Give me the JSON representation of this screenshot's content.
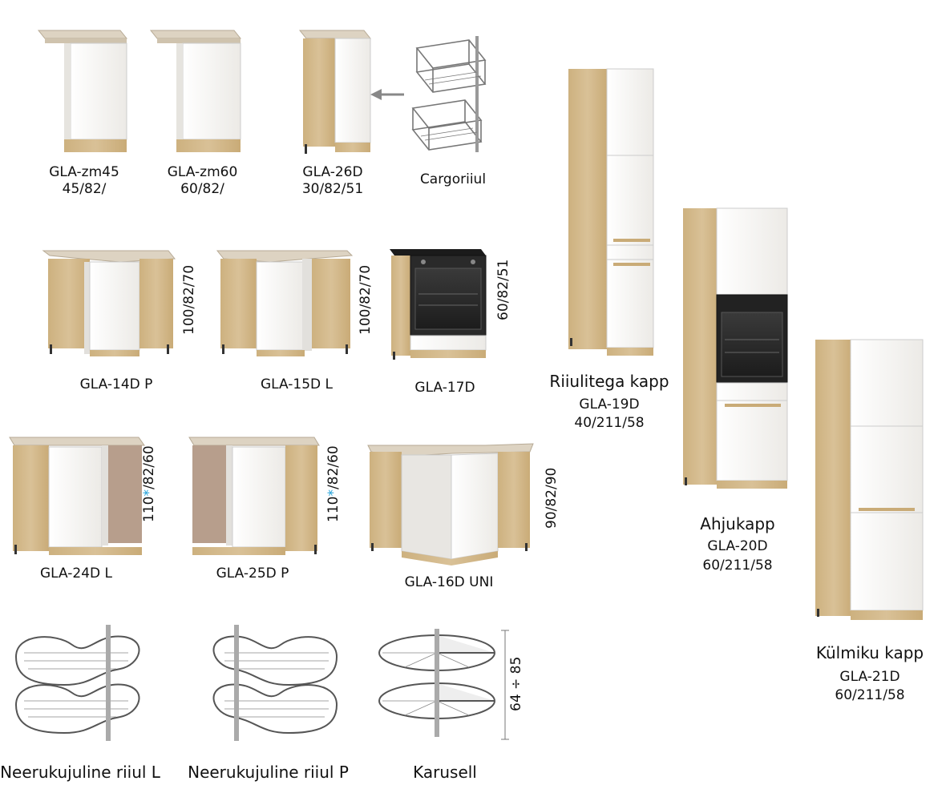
{
  "row1": {
    "zm45": {
      "code": "GLA-zm45",
      "dims": "45/82/"
    },
    "zm60": {
      "code": "GLA-zm60",
      "dims": "60/82/"
    },
    "d26": {
      "code": "GLA-26D",
      "dims": "30/82/51"
    },
    "cargo": {
      "name": "Cargoriiul"
    }
  },
  "row2": {
    "d14": {
      "code": "GLA-14D P",
      "dims": "100/82/70"
    },
    "d15": {
      "code": "GLA-15D L",
      "dims": "100/82/70"
    },
    "d17": {
      "code": "GLA-17D",
      "dims": "60/82/51"
    }
  },
  "row3": {
    "d24": {
      "code": "GLA-24D L",
      "dims_prefix": "110",
      "star": "*",
      "dims_suffix": "/82/60"
    },
    "d25": {
      "code": "GLA-25D P",
      "dims_prefix": "110",
      "star": "*",
      "dims_suffix": "/82/60"
    },
    "d16": {
      "code": "GLA-16D UNI",
      "dims": "90/82/90"
    }
  },
  "row4": {
    "kidney_l": {
      "name": "Neerukujuline riiul L"
    },
    "kidney_p": {
      "name": "Neerukujuline riiul P"
    },
    "carousel": {
      "name": "Karusell",
      "dims": "64 ÷ 85"
    }
  },
  "tall": {
    "d19": {
      "name": "Riiulitega kapp",
      "code": "GLA-19D",
      "dims": "40/211/58"
    },
    "d20": {
      "name": "Ahjukapp",
      "code": "GLA-20D",
      "dims": "60/211/58"
    },
    "d21": {
      "name": "Külmiku kapp",
      "code": "GLA-21D",
      "dims": "60/211/58"
    }
  },
  "colors": {
    "oak": "#d3b98a",
    "white": "#f7f7f5",
    "top": "#ddd3c2",
    "mocca": "#b79e8c",
    "star": "#1e9fd8"
  }
}
